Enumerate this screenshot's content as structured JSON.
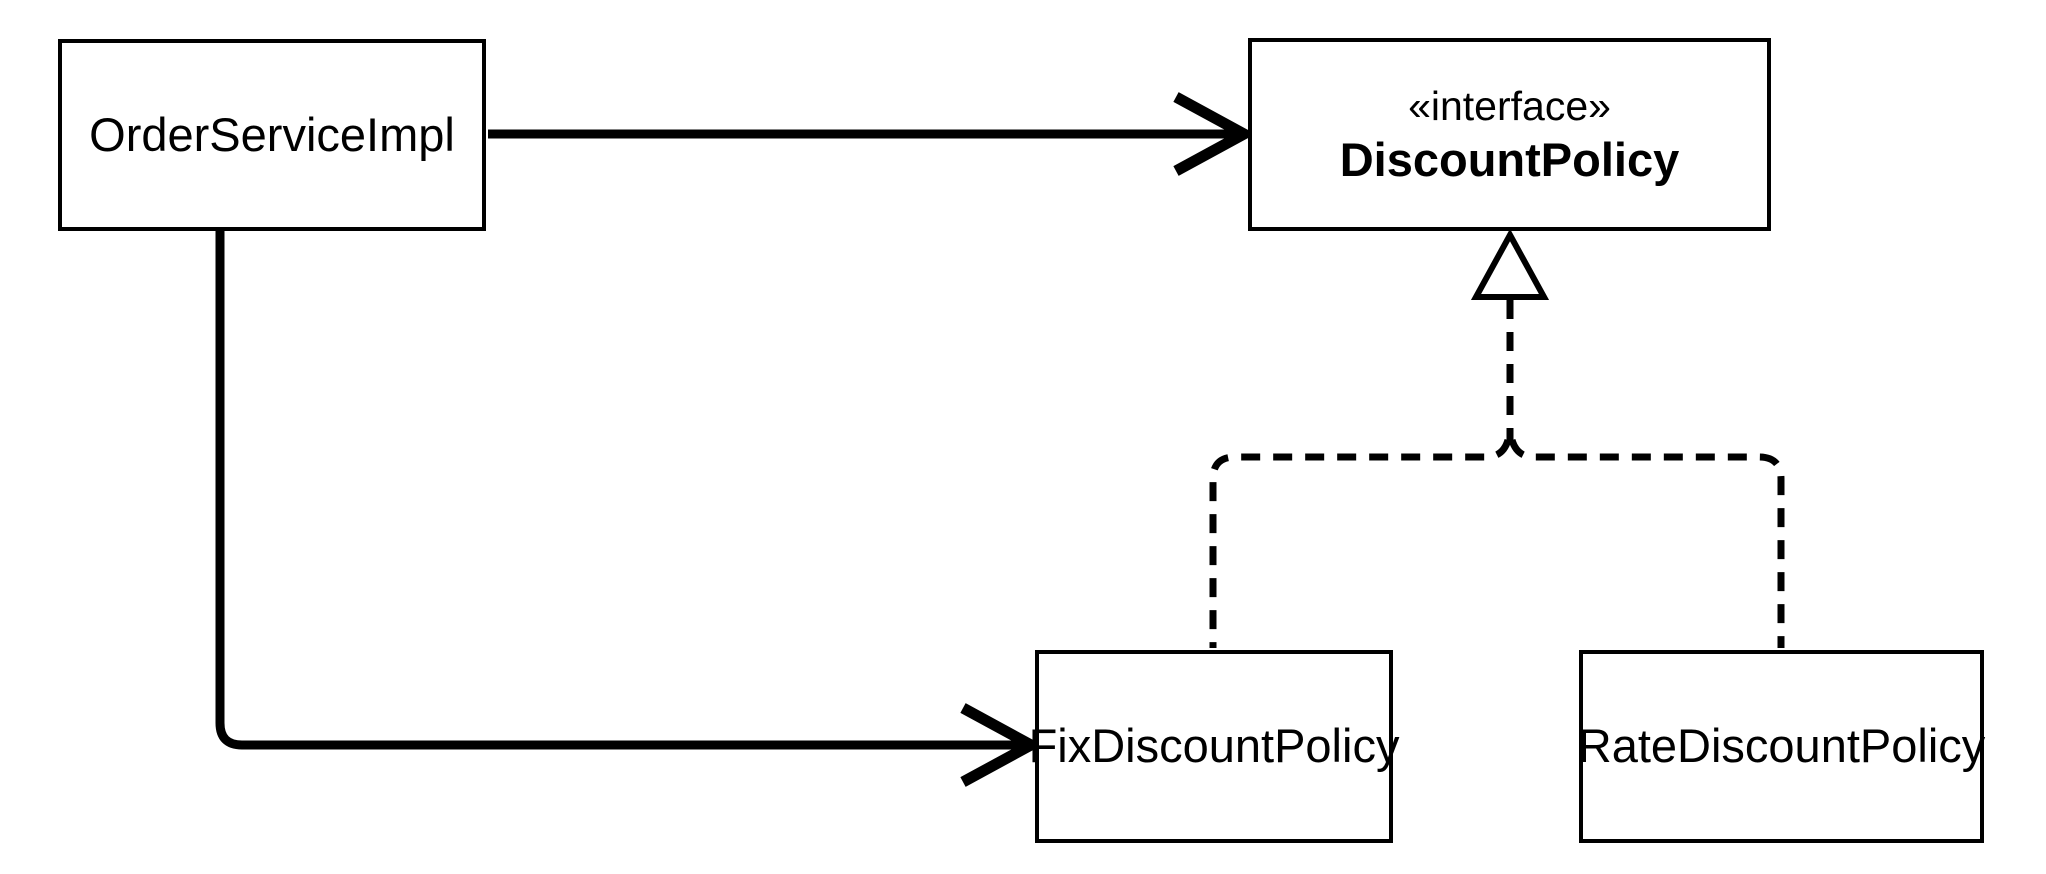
{
  "diagram": {
    "type": "uml-class-diagram",
    "background_color": "#ffffff",
    "stroke_color": "#000000",
    "nodes": {
      "order_service_impl": {
        "label": "OrderServiceImpl"
      },
      "discount_policy": {
        "stereotype": "«interface»",
        "label": "DiscountPolicy"
      },
      "fix_discount_policy": {
        "label": "FixDiscountPolicy"
      },
      "rate_discount_policy": {
        "label": "RateDiscountPolicy"
      }
    },
    "edges": [
      {
        "from": "OrderServiceImpl",
        "to": "DiscountPolicy",
        "type": "solid-open-arrow"
      },
      {
        "from": "OrderServiceImpl",
        "to": "FixDiscountPolicy",
        "type": "solid-open-arrow"
      },
      {
        "from": "FixDiscountPolicy",
        "to": "DiscountPolicy",
        "type": "dashed-realization-hollow-triangle"
      },
      {
        "from": "RateDiscountPolicy",
        "to": "DiscountPolicy",
        "type": "dashed-realization-hollow-triangle"
      }
    ]
  }
}
